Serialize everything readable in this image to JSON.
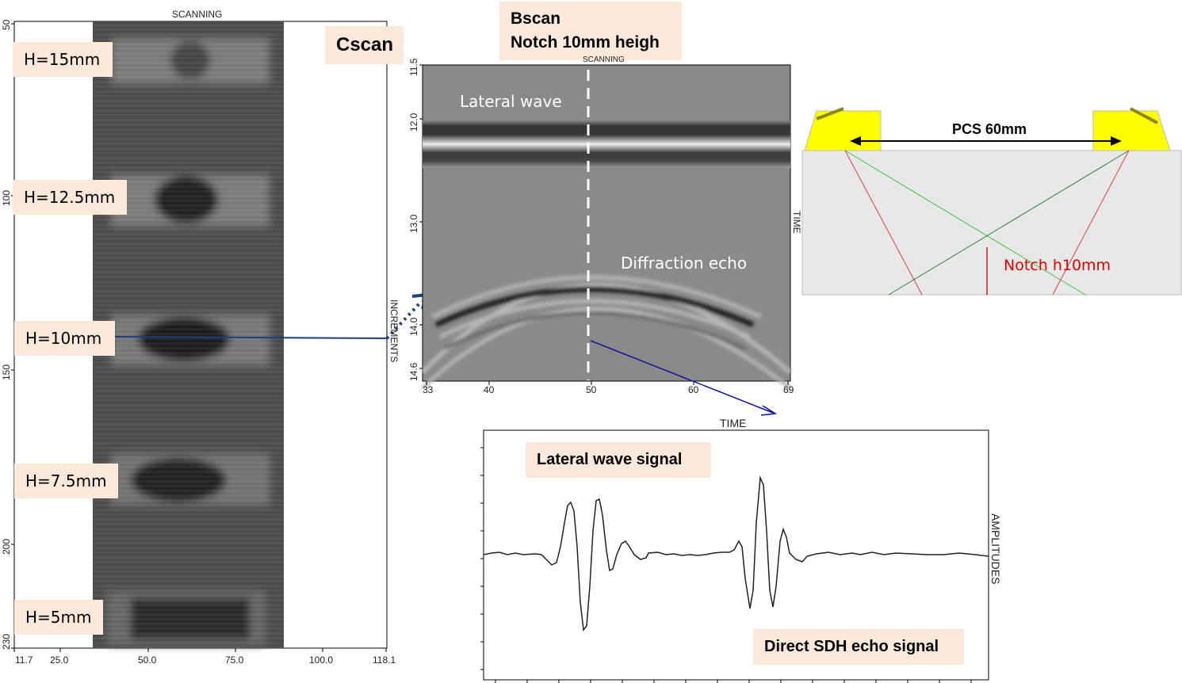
{
  "cscan": {
    "title": "Cscan",
    "top_axis_label": "SCANNING",
    "side_axis_label": "INCREMENTS",
    "y_ticks": [
      "50",
      "100",
      "150",
      "200",
      "230"
    ],
    "x_ticks": [
      "11.7",
      "25.0",
      "50.0",
      "75.0",
      "100.0",
      "118.1"
    ],
    "defects": [
      "H=15mm",
      "H=12.5mm",
      "H=10mm",
      "H=7.5mm",
      "H=5mm"
    ]
  },
  "bscan": {
    "title_line1": "Bscan",
    "title_line2": "Notch 10mm heigh",
    "top_axis_label": "SCANNING",
    "right_axis_label": "TIME",
    "bottom_axis_label": "TIME",
    "y_ticks": [
      "11.5",
      "12.0",
      "13.0",
      "14.0",
      "14.6"
    ],
    "x_ticks": [
      "33",
      "40",
      "50",
      "60",
      "69"
    ],
    "lateral_wave": "Lateral wave",
    "diffraction_echo": "Diffraction echo"
  },
  "setup": {
    "pcs": "PCS 60mm",
    "notch": "Notch h10mm",
    "colors": {
      "probe": "#ffff00",
      "block": "#e8e8e8",
      "ray_red": "#e04040",
      "ray_green": "#40c040",
      "ray_darkgreen": "#2f7f3f"
    }
  },
  "ascan": {
    "right_axis_label": "AMPLITUDES",
    "lateral_signal": "Lateral wave signal",
    "sdh_signal": "Direct SDH echo signal"
  },
  "colors": {
    "label_bg": "#fde9da",
    "arrow_blue": "#1f3f7f"
  }
}
